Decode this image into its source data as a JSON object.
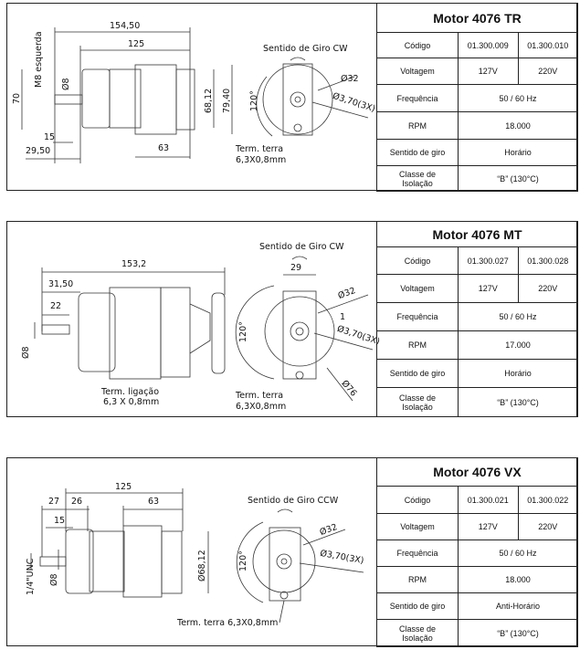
{
  "row_labels": {
    "codigo": "Código",
    "voltagem": "Voltagem",
    "frequencia": "Frequência",
    "rpm": "RPM",
    "sentido": "Sentido de giro",
    "classe_1": "Classe de",
    "classe_2": "Isolação"
  },
  "panels": [
    {
      "title": "Motor 4076 TR",
      "codes": [
        "01.300.009",
        "01.300.010"
      ],
      "voltages": [
        "127V",
        "220V"
      ],
      "frequency": "50 / 60 Hz",
      "rpm": "18.000",
      "direction": "Horário",
      "class": "“B” (130°C)",
      "dims": {
        "d1": "154,50",
        "d2": "125",
        "d3": "M8 esquerda",
        "d4": "Ø8",
        "d5": "70",
        "d6": "68,12",
        "d7": "79,40",
        "d8": "15",
        "d9": "29,50",
        "d10": "63",
        "rot": "Sentido de Giro CW",
        "d11": "Ø32",
        "d12": "Ø3,70(3X)",
        "ang": "120°",
        "term1": "Term. terra",
        "term2": "6,3X0,8mm"
      }
    },
    {
      "title": "Motor 4076 MT",
      "codes": [
        "01.300.027",
        "01.300.028"
      ],
      "voltages": [
        "127V",
        "220V"
      ],
      "frequency": "50 / 60 Hz",
      "rpm": "17.000",
      "direction": "Horário",
      "class": "“B” (130°C)",
      "dims": {
        "d1": "153,2",
        "d2": "31,50",
        "d3": "22",
        "d4": "Ø8",
        "lig1": "Term. ligação",
        "lig2": "6,3 X 0,8mm",
        "rot": "Sentido de Giro CW",
        "d5": "29",
        "d6": "Ø32",
        "d7": "1",
        "d8": "Ø3,70(3X)",
        "ang": "120°",
        "d9": "Ø76",
        "term1": "Term. terra",
        "term2": "6,3X0,8mm"
      }
    },
    {
      "title": "Motor 4076 VX",
      "codes": [
        "01.300.021",
        "01.300.022"
      ],
      "voltages": [
        "127V",
        "220V"
      ],
      "frequency": "50 / 60 Hz",
      "rpm": "18.000",
      "direction": "Anti-Horário",
      "class": "“B” (130°C)",
      "dims": {
        "d1": "125",
        "d2": "27",
        "d3": "26",
        "d4": "63",
        "d5": "15",
        "d6": "Ø8",
        "d7": "1/4\"UNC",
        "d8": "Ø68,12",
        "rot": "Sentido de Giro CCW",
        "d9": "Ø32",
        "d10": "Ø3,70(3X)",
        "ang": "120°",
        "term": "Term. terra 6,3X0,8mm"
      }
    }
  ]
}
